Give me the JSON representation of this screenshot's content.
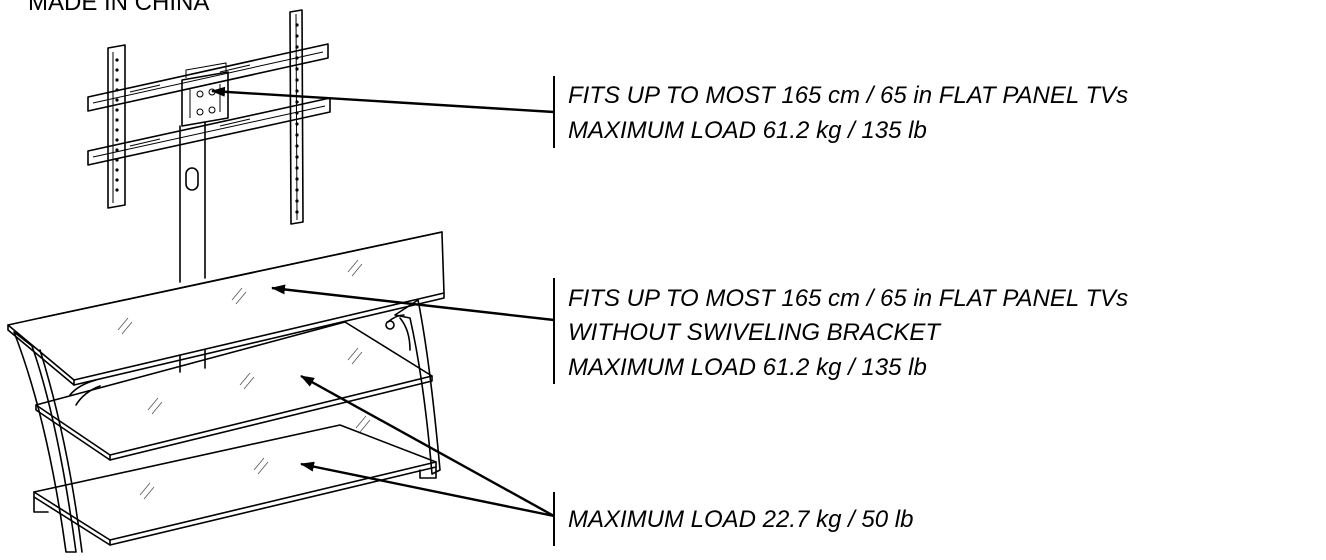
{
  "header": {
    "made_in": "MADE IN CHINA"
  },
  "callouts": [
    {
      "lines": [
        "FITS UP TO MOST 165 cm / 65 in FLAT PANEL TVs",
        "MAXIMUM LOAD 61.2 kg / 135 lb"
      ]
    },
    {
      "lines": [
        "FITS UP TO MOST 165 cm / 65 in FLAT PANEL TVs",
        "WITHOUT SWIVELING BRACKET",
        "MAXIMUM LOAD 61.2 kg / 135 lb"
      ]
    },
    {
      "lines": [
        "MAXIMUM LOAD 22.7 kg / 50 lb"
      ]
    }
  ],
  "colors": {
    "line": "#000000",
    "background": "#ffffff"
  }
}
